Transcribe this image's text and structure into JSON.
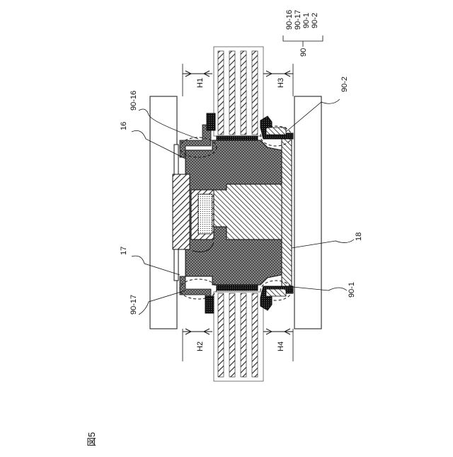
{
  "figure": {
    "label": "図5"
  },
  "legend": {
    "group": "90",
    "items": [
      "90-16",
      "90-17",
      "90-1",
      "90-2"
    ]
  },
  "labels": {
    "H1": "H1",
    "H2": "H2",
    "H3": "H3",
    "H4": "H4",
    "l16": "16",
    "l17": "17",
    "l18": "18",
    "l90_16": "90-16",
    "l90_17": "90-17",
    "l90_1": "90-1",
    "l90_2": "90-2"
  }
}
